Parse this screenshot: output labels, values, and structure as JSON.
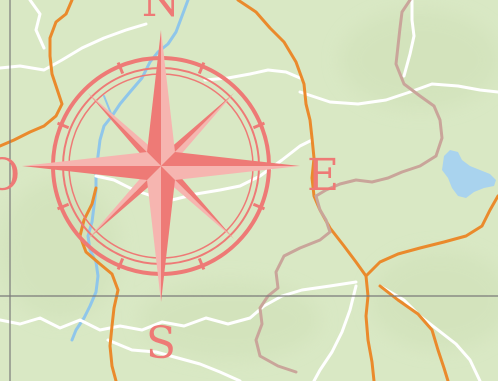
{
  "map": {
    "compass": {
      "north_label": "N",
      "south_label": "S",
      "east_label": "E",
      "west_label": "O"
    },
    "layers": [
      "terrain",
      "water",
      "roads",
      "borders",
      "grid"
    ]
  },
  "colors": {
    "land": "#d9e8c4",
    "land_tint": "#cfe0b7",
    "water": "#a9d3ee",
    "river": "#8fc6ea",
    "primary_road": "#ea8a2c",
    "secondary_road": "#ffffff",
    "border": "#c9a59a",
    "grid_line": "#7a7a7a",
    "compass": "#ee7a76",
    "compass_light": "#f6b5b0"
  }
}
